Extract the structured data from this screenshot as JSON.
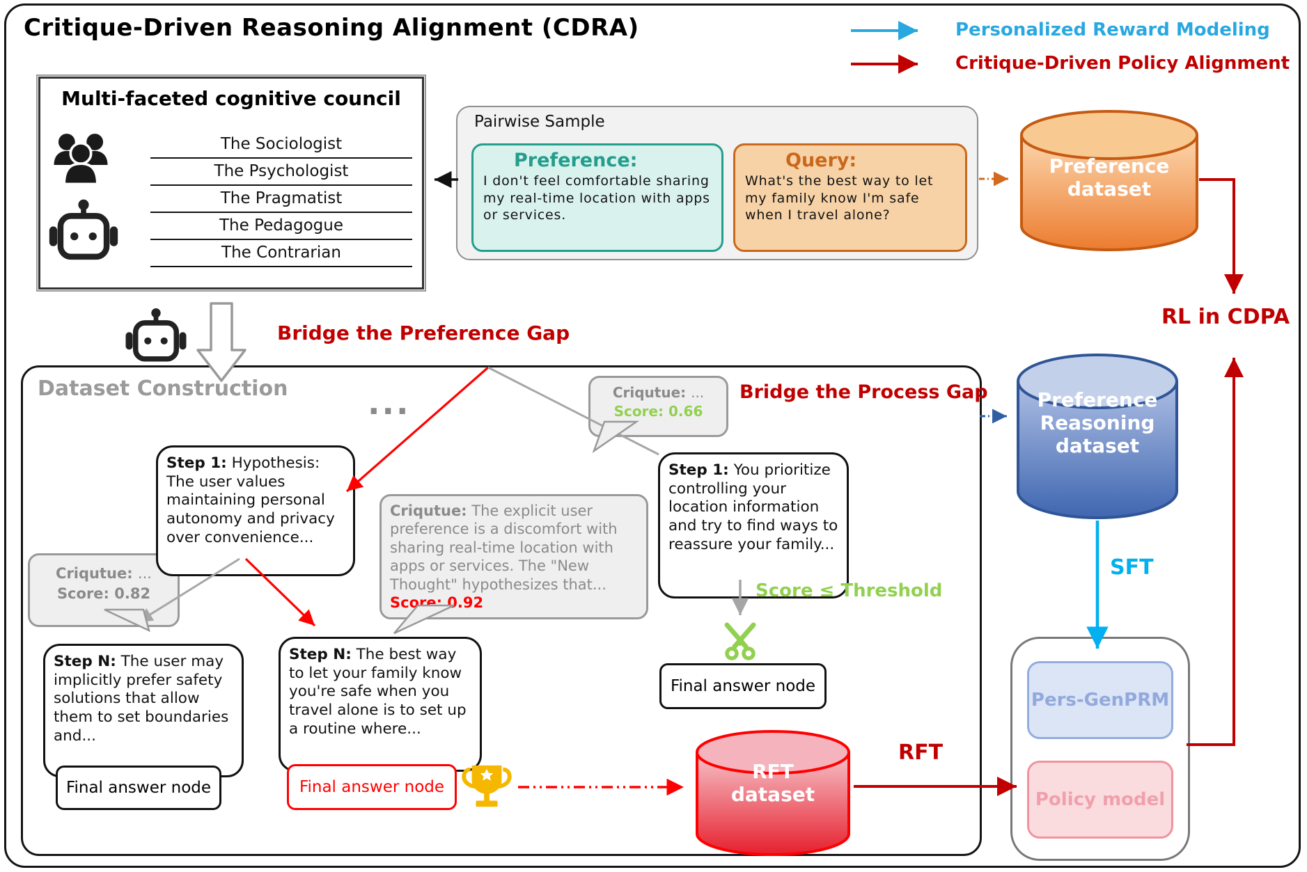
{
  "title": "Critique-Driven Reasoning Alignment (CDRA)",
  "legend": {
    "items": [
      {
        "label": "Personalized Reward Modeling",
        "color": "#29a8e0"
      },
      {
        "label": "Critique-Driven Policy Alignment",
        "color": "#c00000"
      }
    ]
  },
  "council": {
    "title": "Multi-faceted cognitive council",
    "members": [
      "The Sociologist",
      "The Psychologist",
      "The Pragmatist",
      "The Pedagogue",
      "The Contrarian"
    ]
  },
  "pairwise": {
    "title": "Pairwise Sample",
    "preference": {
      "label": "Preference:",
      "text": "I don't feel comfortable sharing my real-time location with apps or services."
    },
    "query": {
      "label": "Query:",
      "text": "What's the best way to let my family know I'm safe when I travel alone?"
    }
  },
  "datasets": {
    "preference": "Preference\ndataset",
    "preference_reasoning": "Preference\nReasoning\ndataset",
    "rft": "RFT\ndataset"
  },
  "labels": {
    "bridge_preference": "Bridge the Preference Gap",
    "bridge_process": "Bridge the Process Gap",
    "dataset_construction": "Dataset Construction",
    "rl_in_cdpa": "RL in CDPA",
    "sft": "SFT",
    "rft": "RFT",
    "score_threshold": "Score ≤ Threshold",
    "dots": "..."
  },
  "critiques": {
    "top": {
      "label": "Criqutue:",
      "body": "...",
      "score": "Score: 0.66"
    },
    "left": {
      "label": "Criqutue:",
      "body": "...",
      "score": "Score: 0.82"
    },
    "mid": {
      "label": "Criqutue:",
      "body": " The explicit user preference is a discomfort with sharing real-time location with apps or services.  The \"New Thought\" hypothesizes that...",
      "score": "Score: 0.92"
    }
  },
  "tree": {
    "step1_left": {
      "title": "Step 1:",
      "text": " Hypothesis: The user values maintaining personal autonomy and privacy over convenience..."
    },
    "step1_right": {
      "title": "Step 1:",
      "text": " You prioritize controlling your location information and try to find ways to reassure your family..."
    },
    "stepN_left": {
      "title": "Step N:",
      "text": " The user may implicitly prefer safety solutions that allow them to set boundaries and..."
    },
    "stepN_mid": {
      "title": "Step N:",
      "text": " The best way to let your family know you're safe when you travel alone is to set up a routine where..."
    },
    "final_left": "Final answer node",
    "final_mid": "Final answer node",
    "final_right": "Final answer node"
  },
  "models": {
    "pers_genprm": "Pers-GenPRM",
    "policy": "Policy model"
  },
  "icons": {
    "people": "people-group-icon",
    "robot": "robot-icon",
    "hollow_arrow": "down-arrow-icon",
    "scissors": "scissors-icon",
    "trophy": "trophy-icon"
  },
  "colors": {
    "legend_blue": "#29a8e0",
    "cyan_arrow": "#00b0f0",
    "dark_red": "#c00000",
    "bright_red": "#ff0000",
    "green": "#92d050",
    "teal": "#249e8c",
    "orange": "#c9681c",
    "grey_text": "#8a8a8a",
    "pref_cylinder": "#ec7c2f",
    "reasoning_cylinder": "#3f66b0",
    "rft_cylinder": "#e6202e"
  }
}
